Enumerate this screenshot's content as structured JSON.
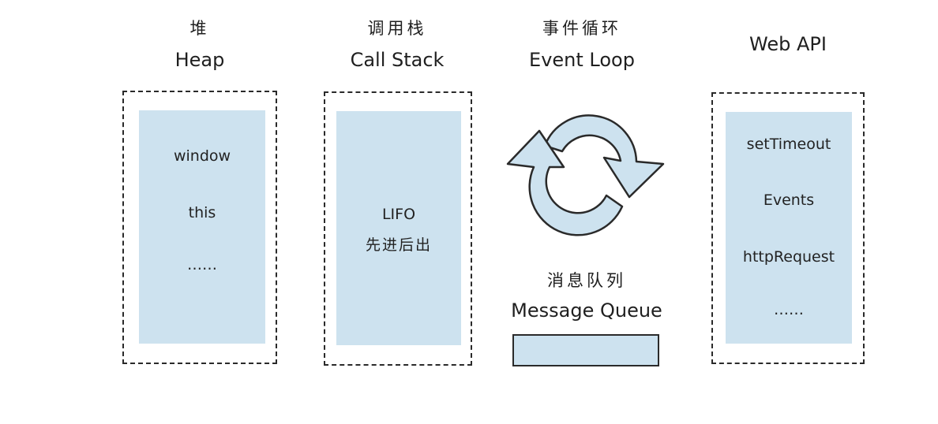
{
  "heap": {
    "title_zh": "堆",
    "title_en": "Heap",
    "items": [
      "window",
      "this",
      "……"
    ]
  },
  "call_stack": {
    "title_zh": "调用栈",
    "title_en": "Call Stack",
    "items": [
      "LIFO",
      "先进后出"
    ]
  },
  "event_loop": {
    "title_zh": "事件循环",
    "title_en": "Event Loop",
    "icon": "cycle-arrows-icon"
  },
  "message_queue": {
    "title_zh": "消息队列",
    "title_en": "Message Queue"
  },
  "web_api": {
    "title_en": "Web API",
    "items": [
      "setTimeout",
      "Events",
      "httpRequest",
      "……"
    ]
  },
  "colors": {
    "fill": "#cde2ef",
    "stroke": "#2a2a2a"
  }
}
